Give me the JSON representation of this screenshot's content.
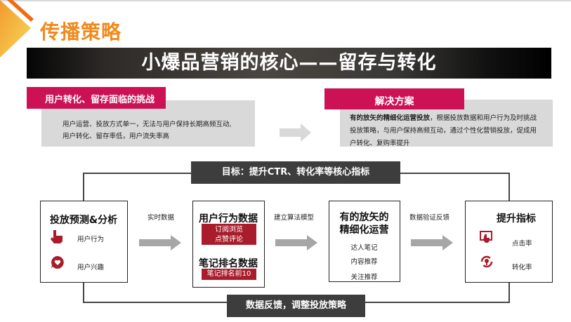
{
  "header": {
    "title": "传播策略",
    "banner": "小爆品营销的核心——留存与转化"
  },
  "challenge": {
    "heading": "用户转化、留存面临的挑战",
    "lines": [
      "用户运营、投放方式单一，无法与用户保持长期高频互动,",
      "用户转化、留存率低，用户流失率高"
    ]
  },
  "solution": {
    "heading": "解决方案",
    "bold": "有的放矢的精细化运营投放",
    "lines": [
      "，根据投放数据和用户行为及时挑战",
      "投放策略，与用户保持高频互动，通过个性化营销投放，促成用",
      "户转化、复购率提升"
    ]
  },
  "flow": {
    "goal": "目标：提升CTR、转化率等核心指标",
    "feedback": "数据反馈，调整投放策略",
    "box1": {
      "title": "投放预测&分析",
      "items": [
        "用户行为",
        "用户兴趣"
      ]
    },
    "arrow1": "实时数据",
    "box2": {
      "title1": "用户行为数据",
      "tags1": [
        "订阅浏览",
        "点赞评论"
      ],
      "title2": "笔记排名数据",
      "tag2": "笔记排名前10"
    },
    "arrow2": "建立算法模型",
    "box3": {
      "title1": "有的放矢的",
      "title2": "精细化运营",
      "items": [
        "达人笔记",
        "内容推荐",
        "关注推荐"
      ]
    },
    "arrow3": "数据验证反馈",
    "box4": {
      "title": "提升指标",
      "items": [
        "点击率",
        "转化率"
      ]
    }
  },
  "colors": {
    "accent_orange": "#f08a1c",
    "accent_red": "#cc1154",
    "tag_red": "#a81c2b",
    "label_dark": "#3d3d3d"
  }
}
